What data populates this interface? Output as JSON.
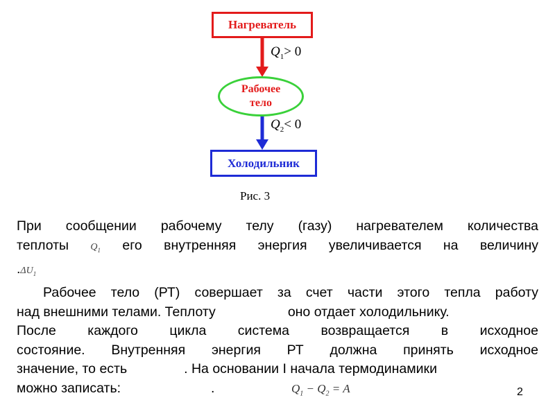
{
  "diagram": {
    "heater": "Нагреватель",
    "working_body_line1": "Рабочее",
    "working_body_line2": "тело",
    "cooler": "Холодильник",
    "q1_symbol": "Q",
    "q1_sub": "1",
    "q1_rel": "> 0",
    "q2_symbol": "Q",
    "q2_sub": "2",
    "q2_rel": "< 0",
    "heat_arrow_color": "#e31b1b",
    "cool_arrow_color": "#1e2bd6",
    "ellipse_color": "#3ad13a"
  },
  "caption": "Рис. 3",
  "text": {
    "p1_line1": "При сообщении рабочему телу (газу) нагревателем количества",
    "p1_line2_a": "теплоты",
    "p1_line2_math": "Q",
    "p1_line2_math_sub": "1",
    "p1_line2_b": "его внутренняя энергия увеличивается на величину",
    "p1_line3_dot": ".",
    "p1_line3_math": "ΔU",
    "p1_line3_math_sub": "1",
    "p2_line1": "Рабочее тело (РТ) совершает за счет части этого тепла работу",
    "p2_line2_a": "над внешними телами. Теплоту",
    "p2_line2_b": "оно отдает холодильнику.",
    "p2_line3": "После каждого цикла система возвращается в исходное",
    "p2_line4": "состояние. Внутренняя энергия РТ должна принять исходное",
    "p2_line5_a": "значение,  то есть",
    "p2_line5_b": ". На основании I начала термодинамики",
    "p2_line6_a": "можно записать:",
    "p2_line6_dot": ".",
    "formula": "Q",
    "formula_sub1": "1",
    "formula_mid": " − Q",
    "formula_sub2": "2",
    "formula_end": " = A"
  },
  "page_number": "2"
}
